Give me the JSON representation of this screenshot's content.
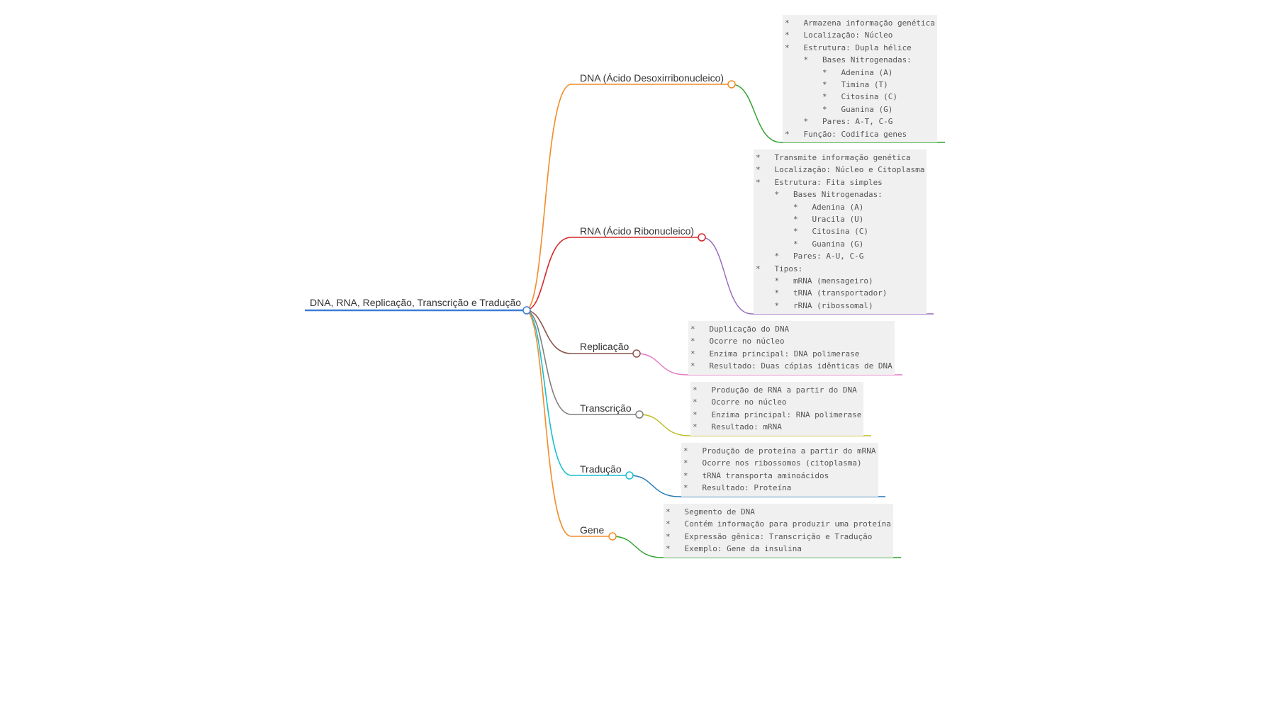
{
  "root": {
    "label": "DNA, RNA, Replicação, Transcrição e Tradução",
    "color": "#3b7dd8"
  },
  "branches": [
    {
      "id": "dna",
      "label": "DNA (Ácido Desoxirribonucleico)",
      "color": "#f28c28",
      "note_color": "#2ca02c",
      "note": [
        "*   Armazena informação genética",
        "*   Localização: Núcleo",
        "*   Estrutura: Dupla hélice",
        "    *   Bases Nitrogenadas:",
        "        *   Adenina (A)",
        "        *   Timina (T)",
        "        *   Citosina (C)",
        "        *   Guanina (G)",
        "    *   Pares: A-T, C-G",
        "*   Função: Codifica genes"
      ]
    },
    {
      "id": "rna",
      "label": "RNA (Ácido Ribonucleico)",
      "color": "#d62728",
      "note_color": "#9467bd",
      "note": [
        "*   Transmite informação genética",
        "*   Localização: Núcleo e Citoplasma",
        "*   Estrutura: Fita simples",
        "    *   Bases Nitrogenadas:",
        "        *   Adenina (A)",
        "        *   Uracila (U)",
        "        *   Citosina (C)",
        "        *   Guanina (G)",
        "    *   Pares: A-U, C-G",
        "*   Tipos:",
        "    *   mRNA (mensageiro)",
        "    *   tRNA (transportador)",
        "    *   rRNA (ribossomal)"
      ]
    },
    {
      "id": "replicacao",
      "label": "Replicação",
      "color": "#8c564b",
      "note_color": "#e377c2",
      "note": [
        "*   Duplicação do DNA",
        "*   Ocorre no núcleo",
        "*   Enzima principal: DNA polimerase",
        "*   Resultado: Duas cópias idênticas de DNA"
      ]
    },
    {
      "id": "transcricao",
      "label": "Transcrição",
      "color": "#7f7f7f",
      "note_color": "#bcbd22",
      "note": [
        "*   Produção de RNA a partir do DNA",
        "*   Ocorre no núcleo",
        "*   Enzima principal: RNA polimerase",
        "*   Resultado: mRNA"
      ]
    },
    {
      "id": "traducao",
      "label": "Tradução",
      "color": "#17becf",
      "note_color": "#1f77b4",
      "note": [
        "*   Produção de proteína a partir do mRNA",
        "*   Ocorre nos ribossomos (citoplasma)",
        "*   tRNA transporta aminoácidos",
        "*   Resultado: Proteína"
      ]
    },
    {
      "id": "gene",
      "label": "Gene",
      "color": "#f28c28",
      "note_color": "#2ca02c",
      "note": [
        "*   Segmento de DNA",
        "*   Contém informação para produzir uma proteína",
        "*   Expressão gênica: Transcrição e Tradução",
        "*   Exemplo: Gene da insulina"
      ]
    }
  ]
}
